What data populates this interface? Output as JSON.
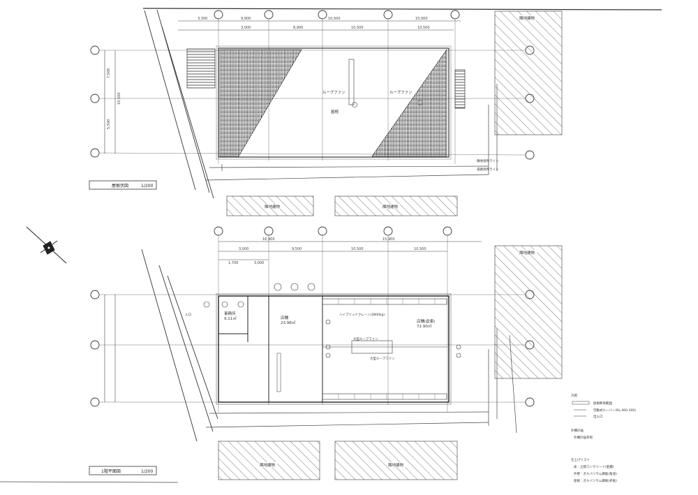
{
  "top_plan": {
    "title": "屋根伏図",
    "scale": "1/200",
    "dims_top": [
      "3,300",
      "9,900",
      "10,500",
      "15,000"
    ],
    "dims_sub": [
      "3,000",
      "8,900",
      "10,500",
      "10,500"
    ],
    "dims_side": [
      "7,500",
      "5,500",
      "10,500"
    ],
    "roof_fan_left": "ループファン",
    "roof_fan_right": "ループファン",
    "center_label": "屋根",
    "neighbor_left": "隣地建物",
    "neighbor_right": "隣地建物",
    "neighbor_east": "隣地建物",
    "boundary_labels": [
      "隣地境界ライン",
      "道路境界ライン"
    ]
  },
  "bottom_plan": {
    "title": "1階平面図",
    "scale": "1/200",
    "dims_top": [
      "16,900",
      "15,900"
    ],
    "dims_sub": [
      "3,000",
      "9,500",
      "10,500",
      "10,500"
    ],
    "dims_small": [
      "1,700",
      "3,000"
    ],
    "room_office": "事務所",
    "room_office_area": "9.11㎡",
    "room_hall": "店舗",
    "room_hall_area": "23.96㎡",
    "room_main": "店舗(倉庫)",
    "room_main_area": "72.90㎡",
    "crane": "ハイブリッドクレーン(2800kg)",
    "fan_upper": "大型ループファン",
    "fan_lower": "大型ループファン",
    "entrance": "入口",
    "neighbor_left": "隣地建物",
    "neighbor_right": "隣地建物",
    "neighbor_east": "隣地建物"
  },
  "legend": {
    "title": "凡例",
    "rows": [
      "屋根断熱範囲",
      "可動式ルーバー(RL-400-300)",
      "出入口"
    ],
    "section2_title": "外構計画",
    "section2_rows": [
      "外構計画参照"
    ],
    "section3_title": "仕上げリスト",
    "section3_rows": [
      "床 : 土間コンクリート(金鏝)",
      "外壁 : ガルバリウム鋼板(角波)",
      "屋根 : ガルバリウム鋼板(折板)"
    ]
  },
  "colors": {
    "line": "#333333",
    "hatch": "#222222",
    "paper": "#ffffff"
  }
}
